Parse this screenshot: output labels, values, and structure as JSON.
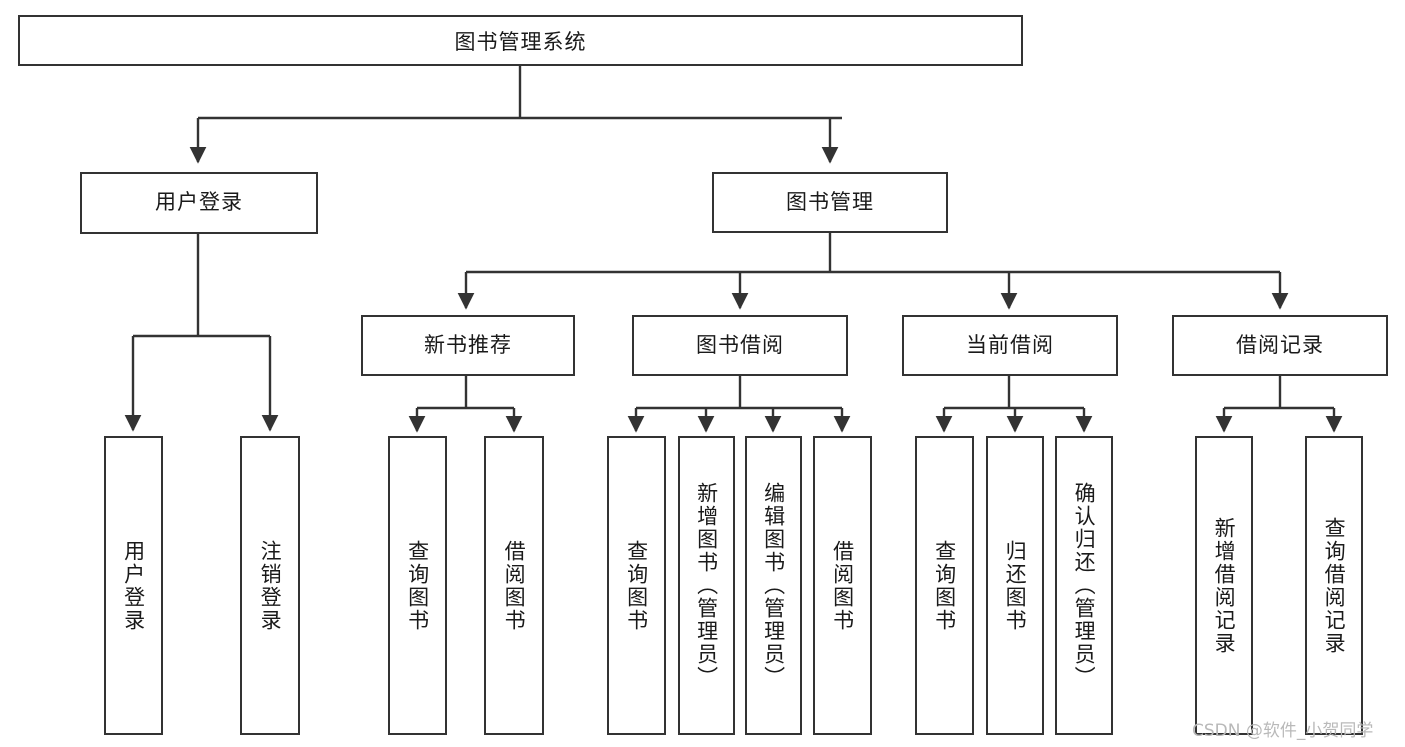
{
  "diagram": {
    "type": "tree",
    "title": "图书管理系统",
    "orientation": "top-down",
    "colors": {
      "box_border": "#333333",
      "box_fill": "#ffffff",
      "connector": "#333333",
      "text": "#1a1a1a",
      "watermark": "#b9b9b9",
      "background": "#ffffff"
    },
    "root": {
      "label": "图书管理系统"
    },
    "level2": [
      {
        "label": "用户登录"
      },
      {
        "label": "图书管理"
      }
    ],
    "level3": [
      {
        "label": "新书推荐"
      },
      {
        "label": "图书借阅"
      },
      {
        "label": "当前借阅"
      },
      {
        "label": "借阅记录"
      }
    ],
    "leaves": {
      "user_login": [
        {
          "label": "用户登录"
        },
        {
          "label": "注销登录"
        }
      ],
      "new_book_recommend": [
        {
          "label": "查询图书"
        },
        {
          "label": "借阅图书"
        }
      ],
      "book_borrow": [
        {
          "label": "查询图书"
        },
        {
          "label": "新增图书（管理员）"
        },
        {
          "label": "编辑图书（管理员）"
        },
        {
          "label": "借阅图书"
        }
      ],
      "current_borrow": [
        {
          "label": "查询图书"
        },
        {
          "label": "归还图书"
        },
        {
          "label": "确认归还（管理员）"
        }
      ],
      "borrow_record": [
        {
          "label": "新增借阅记录"
        },
        {
          "label": "查询借阅记录"
        }
      ]
    }
  },
  "watermark": {
    "text": "CSDN @软件_小贺同学"
  }
}
